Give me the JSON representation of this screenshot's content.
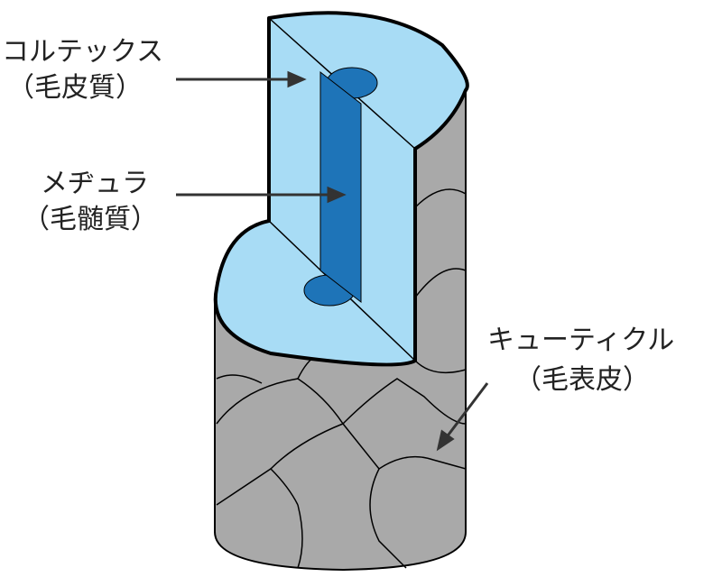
{
  "labels": {
    "cortex": {
      "name": "コルテックス",
      "sub": "（毛皮質）"
    },
    "medulla": {
      "name": "メヂュラ",
      "sub": "（毛髄質）"
    },
    "cuticle": {
      "name": "キューティクル",
      "sub": "（毛表皮）"
    }
  },
  "colors": {
    "cortex": "#a8dcf5",
    "medulla": "#1e74b8",
    "cuticle": "#a8a8a8",
    "outline": "#000000"
  }
}
